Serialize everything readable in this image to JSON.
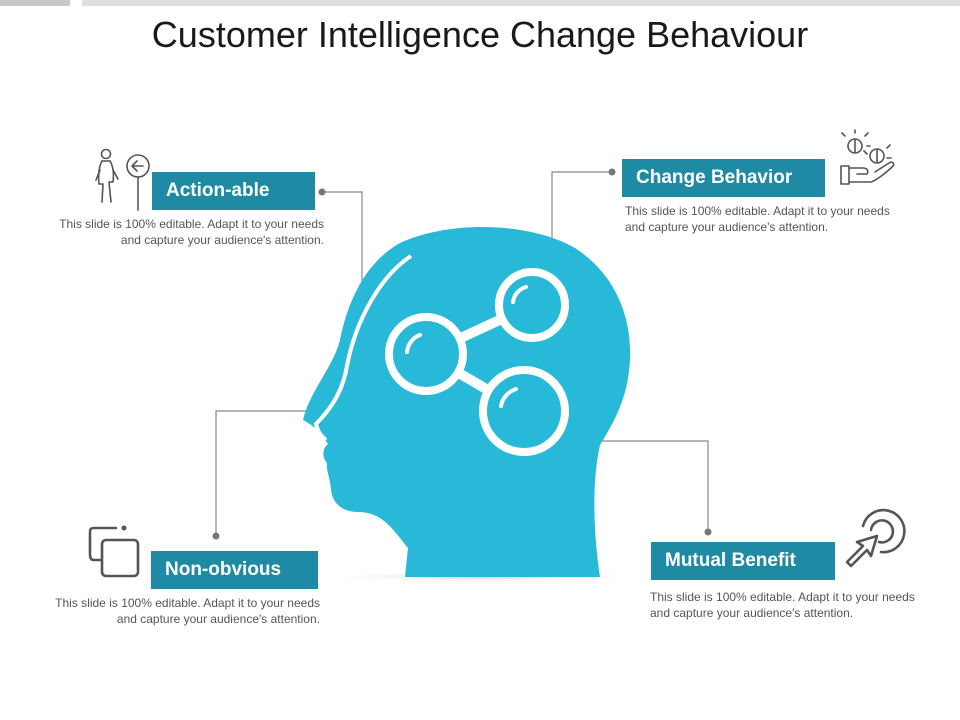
{
  "title": "Customer Intelligence Change Behaviour",
  "colors": {
    "accent": "#1f8aa3",
    "head": "#29b9d8",
    "connector": "#888888",
    "icon": "#555555"
  },
  "items": [
    {
      "label": "Action-able",
      "icon": "person-at-sign-icon",
      "description": "This slide is 100% editable. Adapt it to your needs and capture your audience's attention."
    },
    {
      "label": "Change Behavior",
      "icon": "hand-with-coins-icon",
      "description": "This slide is 100% editable. Adapt it to your needs and capture your audience's attention."
    },
    {
      "label": "Non-obvious",
      "icon": "overlapping-squares-icon",
      "description": "This slide is 100% editable. Adapt it to your needs and capture your audience's attention."
    },
    {
      "label": "Mutual Benefit",
      "icon": "cursor-target-icon",
      "description": "This slide is 100% editable. Adapt it to your needs and capture your audience's attention."
    }
  ]
}
